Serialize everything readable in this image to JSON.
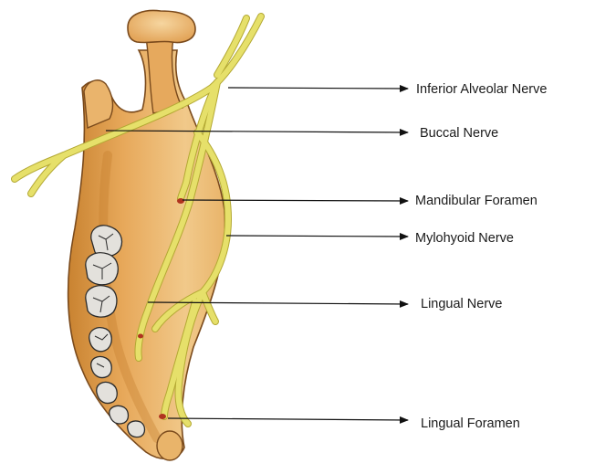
{
  "colors": {
    "bone_light": "#f1c98a",
    "bone_mid": "#e7a85a",
    "bone_dark": "#c98331",
    "bone_outline": "#7a4a1c",
    "nerve": "#e6e06a",
    "nerve_outline": "#b3a833",
    "foramen": "#b0331f",
    "tooth": "#e3e1dc",
    "tooth_outline": "#2a2a2a",
    "arrow": "#111111",
    "background": "#ffffff"
  },
  "labels": [
    {
      "id": "inferior-alveolar-nerve",
      "text": "Inferior Alveolar Nerve"
    },
    {
      "id": "buccal-nerve",
      "text": "Buccal Nerve"
    },
    {
      "id": "mandibular-foramen",
      "text": "Mandibular Foramen"
    },
    {
      "id": "mylohyoid-nerve",
      "text": "Mylohyoid Nerve"
    },
    {
      "id": "lingual-nerve",
      "text": "Lingual Nerve"
    },
    {
      "id": "lingual-foramen",
      "text": "Lingual Foramen"
    }
  ]
}
